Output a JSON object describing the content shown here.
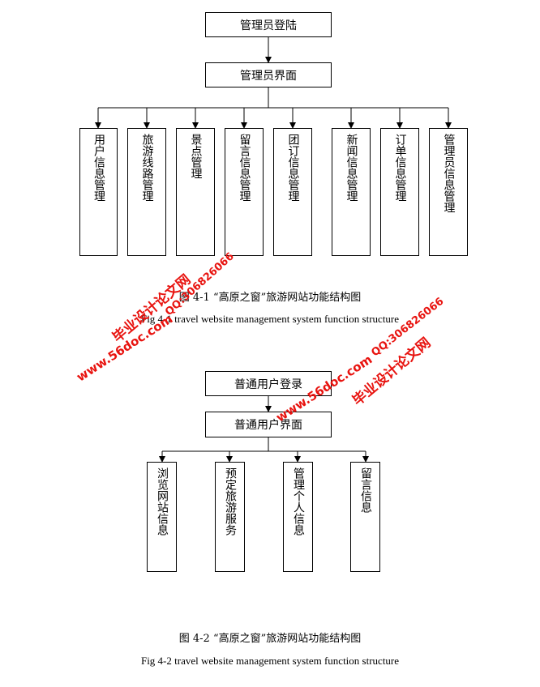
{
  "diagram1": {
    "top": "管理员登陆",
    "mid": "管理员界面",
    "children": [
      "用户信息管理",
      "旅游线路管理",
      "景点管理",
      "留言信息管理",
      "团订信息管理",
      "新闻信息管理",
      "订单信息管理",
      "管理员信息管理"
    ],
    "caption_cn": "图 4-1  “高原之窗”旅游网站功能结构图",
    "caption_en": "Fig 4-1 travel website management system function structure"
  },
  "diagram2": {
    "top": "普通用户登录",
    "mid": "普通用户界面",
    "children": [
      "浏览网站信息",
      "预定旅游服务",
      "管理个人信息",
      "留言信息"
    ],
    "caption_cn": "图 4-2  “高原之窗”旅游网站功能结构图",
    "caption_en": "Fig 4-2 travel website management system function structure"
  },
  "watermark": {
    "site": "www.56doc.com",
    "qq": "QQ:306826066",
    "name": "毕业设计论文网",
    "color": "#e8130f"
  }
}
